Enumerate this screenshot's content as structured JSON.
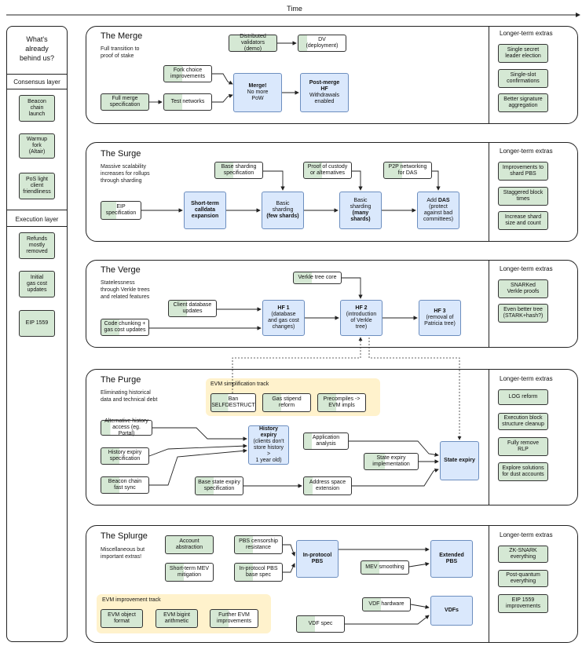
{
  "time_label": "Time",
  "sidebar": {
    "title": "What's\nalready\nbehind us?",
    "consensus_label": "Consensus layer",
    "consensus_items": [
      "Beacon\nchain\nlaunch",
      "Warmup fork\n(Altair)",
      "PoS light\nclient\nfriendliness"
    ],
    "execution_label": "Execution layer",
    "execution_items": [
      "Refunds\nmostly\nremoved",
      "Initial\ngas cost\nupdates",
      "EIP 1559"
    ]
  },
  "merge": {
    "title": "The Merge",
    "subtitle": "Full transition to\nproof of stake",
    "distributed": "Distributed\nvalidators (demo)",
    "dv": "DV\n(deployment)",
    "fork_choice": "Fork choice\nimprovements",
    "full_merge": "Full merge\nspecification",
    "test_networks": "Test networks",
    "merge_box_title": "Merge!",
    "merge_box_sub": "No more\nPoW",
    "post_merge_title": "Post-merge\nHF",
    "post_merge_sub": "Withdrawals\nenabled",
    "extras_title": "Longer-term extras",
    "extras": [
      "Single secret\nleader election",
      "Single-slot\nconfirmations",
      "Better signature\naggregation"
    ]
  },
  "surge": {
    "title": "The Surge",
    "subtitle": "Massive scalability\nincreases for rollups\nthrough sharding",
    "base_sharding": "Base sharding\nspecification",
    "proof_custody": "Proof of custody\nor alternatives",
    "p2p": "P2P networking\nfor DAS",
    "eip": "EIP\nspecification",
    "calldata_title": "Short-term\ncalldata\nexpansion",
    "basic_few_a": "Basic\nsharding",
    "basic_few_b": "(few shards)",
    "basic_many_a": "Basic\nsharding",
    "basic_many_b": "(many\nshards)",
    "das_a": "Add",
    "das_b": "DAS",
    "das_c": "(protect\nagainst bad\ncommittees)",
    "extras_title": "Longer-term extras",
    "extras": [
      "Improvements to\nshard PBS",
      "Staggered block\ntimes",
      "Increase shard\nsize and count"
    ]
  },
  "verge": {
    "title": "The Verge",
    "subtitle": "Statelessness\nthrough Verkle trees\nand related features",
    "verkle_core": "Verkle tree core",
    "client_db": "Client database\nupdates",
    "code_chunking": "Code chunking +\ngas cost updates",
    "hf1_title": "HF 1",
    "hf1_sub": "(database\nand gas cost\nchanges)",
    "hf2_title": "HF 2",
    "hf2_sub": "(introduction\nof Verkle\ntree)",
    "hf3_title": "HF 3",
    "hf3_sub": "(removal of\nPatricia tree)",
    "extras_title": "Longer-term extras",
    "extras": [
      "SNARKed\nVerkle proofs",
      "Even better tree\n(STARK+hash?)"
    ]
  },
  "purge": {
    "title": "The Purge",
    "subtitle": "Eliminating historical\ndata and technical debt",
    "evm_track": "EVM simplification track",
    "ban_self": "Ban\nSELFDESTRUCT",
    "gas_stipend": "Gas stipend\nreform",
    "precompiles": "Precompiles ->\nEVM impls",
    "alt_history": "Alternative history\naccess (eg. Portal)",
    "history_spec": "History expiry\nspecification",
    "beacon_sync": "Beacon chain\nfast sync",
    "history_expiry_title": "History\nexpiry",
    "history_expiry_sub": "(clients don't\nstore history >\n1 year old)",
    "app_analysis": "Application\nanalysis",
    "state_impl": "State expiry\nimplementation",
    "base_state": "Base state expiry\nspecification",
    "address_ext": "Address space\nextension",
    "state_expiry": "State expiry",
    "extras_title": "Longer-term extras",
    "extras": [
      "LOG reform",
      "Execution block\nstructure cleanup",
      "Fully remove\nRLP",
      "Explore solutions\nfor dust accounts"
    ]
  },
  "splurge": {
    "title": "The Splurge",
    "subtitle": "Miscellaneous but\nimportant extras!",
    "account_abs": "Account\nabstraction",
    "pbs_censor": "PBS censorship\nresistance",
    "inprotocol_pbs": "In-protocol\nPBS",
    "extended_pbs": "Extended\nPBS",
    "short_mev": "Short-term MEV\nmitigation",
    "inprotocol_base": "In-protocol PBS\nbase spec",
    "mev_smoothing": "MEV smoothing",
    "evm_track": "EVM improvement track",
    "evm_object": "EVM object\nformat",
    "evm_bigint": "EVM bigint\narithmetic",
    "further_evm": "Further EVM\nimprovements",
    "vdf_hardware": "VDF hardware",
    "vdf_spec": "VDF spec",
    "vdfs": "VDFs",
    "extras_title": "Longer-term extras",
    "extras": [
      "ZK-SNARK\neverything",
      "Post-quantum\neverything",
      "EIP 1559\nimprovements"
    ]
  }
}
